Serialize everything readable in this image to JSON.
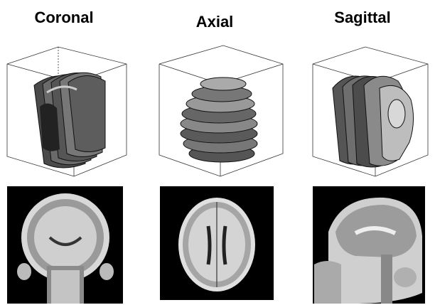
{
  "panels": [
    {
      "key": "coronal",
      "title": "Coronal"
    },
    {
      "key": "axial",
      "title": "Axial"
    },
    {
      "key": "sagittal",
      "title": "Sagittal"
    }
  ]
}
